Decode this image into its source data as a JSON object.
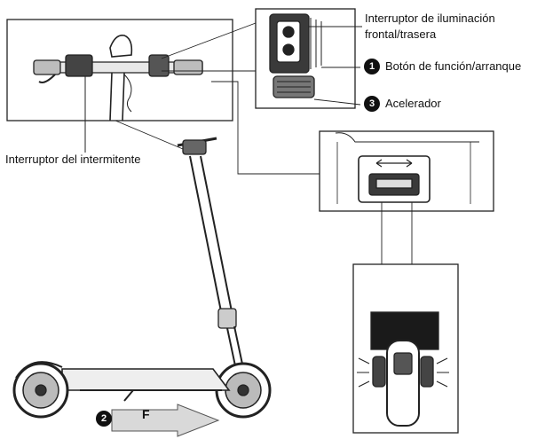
{
  "labels": {
    "lighting_switch": "Interruptor de iluminación",
    "lighting_switch_line2": "frontal/trasera",
    "function_button": "Botón de función/arranque",
    "accelerator": "Acelerador",
    "turn_signal_switch": "Interruptor del intermitente",
    "forward": "F"
  },
  "markers": {
    "function_button": "1",
    "direction": "2",
    "accelerator": "3"
  },
  "colors": {
    "line": "#222222",
    "dark": "#1a1a1a",
    "gray": "#9a9a9a",
    "light": "#e6e6e6"
  }
}
